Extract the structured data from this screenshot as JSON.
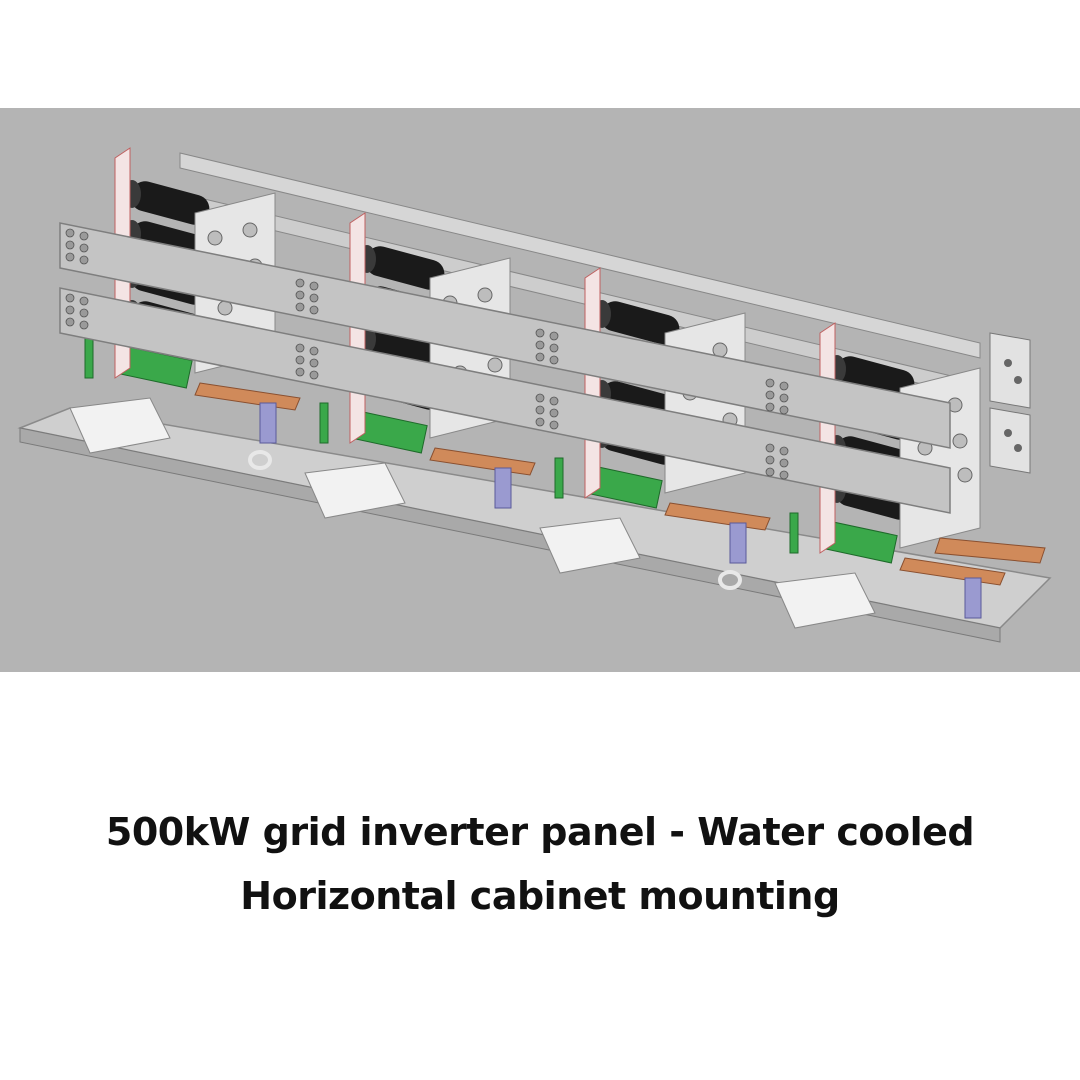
{
  "image": {
    "subject": "inverter-panel-cad-render",
    "colors": {
      "background": "#b4b4b4",
      "base_plate": "#c9c9c9",
      "capacitor": "#1a1a1a",
      "bracket": "#e6e6e6",
      "pcb": "#3aa84a",
      "copper_busbar": "#d08a5a",
      "isolator": "#9a9ad0"
    }
  },
  "caption": {
    "line1": "500kW grid inverter panel - Water cooled",
    "line2": "Horizontal cabinet mounting"
  }
}
